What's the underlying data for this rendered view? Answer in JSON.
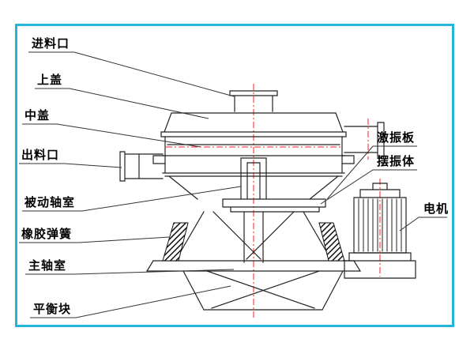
{
  "labels": {
    "feed_inlet": "进料口",
    "upper_cover": "上盖",
    "middle_cover": "中盖",
    "discharge_outlet": "出料口",
    "driven_shaft_chamber": "被动轴室",
    "rubber_spring": "橡胶弹簧",
    "main_shaft_chamber": "主轴室",
    "balance_weight": "平衡块",
    "excitation_plate": "激振板",
    "swing_vibrator_body": "摆振体",
    "motor": "电机"
  },
  "colors": {
    "frame_border": "#25b4dc",
    "centerline_red": "#ff1f1f",
    "drawing_line": "#222222"
  }
}
